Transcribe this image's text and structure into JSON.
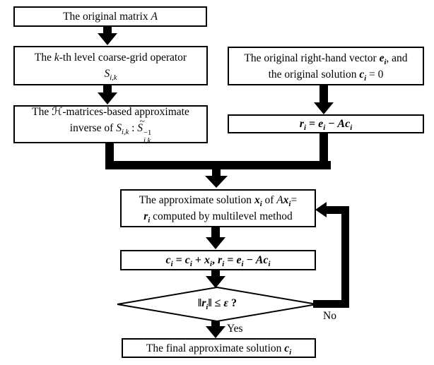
{
  "figure": {
    "type": "flowchart",
    "background_color": "#ffffff",
    "line_color": "#000000",
    "box_fill_color": "#ffffff",
    "nodes": {
      "original_matrix": {
        "html": "The original matrix <i>A</i>"
      },
      "coarse_grid_operator": {
        "line1_html": "The <i>k</i>-th level coarse-grid operator",
        "line2_html": "<i>S</i><sub><i>i,k</i></sub>"
      },
      "h_matrices_inverse": {
        "line1_html": "The ℋ-matrices-based approximate",
        "line2_html": "inverse of <i>S</i><sub><i>i,k</i></sub> : <span class=\"wt\">S<span class=\"tld\">~</span></span><span class=\"stk\"><span>−1</span><span><i>i,k</i></span></span>"
      },
      "rhs_vector": {
        "line1_html": "The original right-hand vector <span class=\"bi\">e<sub>i</sub></span>, and",
        "line2_html": "the original solution <span class=\"bi\">c<sub>i</sub></span> = 0"
      },
      "residual": {
        "html": "<i>r<sub>i</sub></i> = <i>e<sub>i</sub></i> − <i>Ac<sub>i</sub></i>"
      },
      "multilevel_solve": {
        "line1_html": "The approximate solution <span class=\"bi\">x<sub>i</sub></span> of <i>A</i><span class=\"bi\">x<sub>i</sub></span>=",
        "line2_html": "<span class=\"bi\">r<sub>i</sub></span> computed by multilevel method"
      },
      "update_step": {
        "html": "<i>c<sub>i</sub></i> = <i>c<sub>i</sub></i> + <i>x<sub>i</sub></i>, <i>r<sub>i</sub></i> = <i>e<sub>i</sub></i> − <i>Ac<sub>i</sub></i>"
      },
      "convergence_check": {
        "html": "‖<i>r<sub>i</sub></i>‖ ≤ <i>ε</i> ?"
      },
      "final_solution": {
        "html": "The final approximate solution <span class=\"bi\">c<sub>i</sub></span>"
      }
    },
    "edge_labels": {
      "yes": "Yes",
      "no": "No"
    }
  }
}
